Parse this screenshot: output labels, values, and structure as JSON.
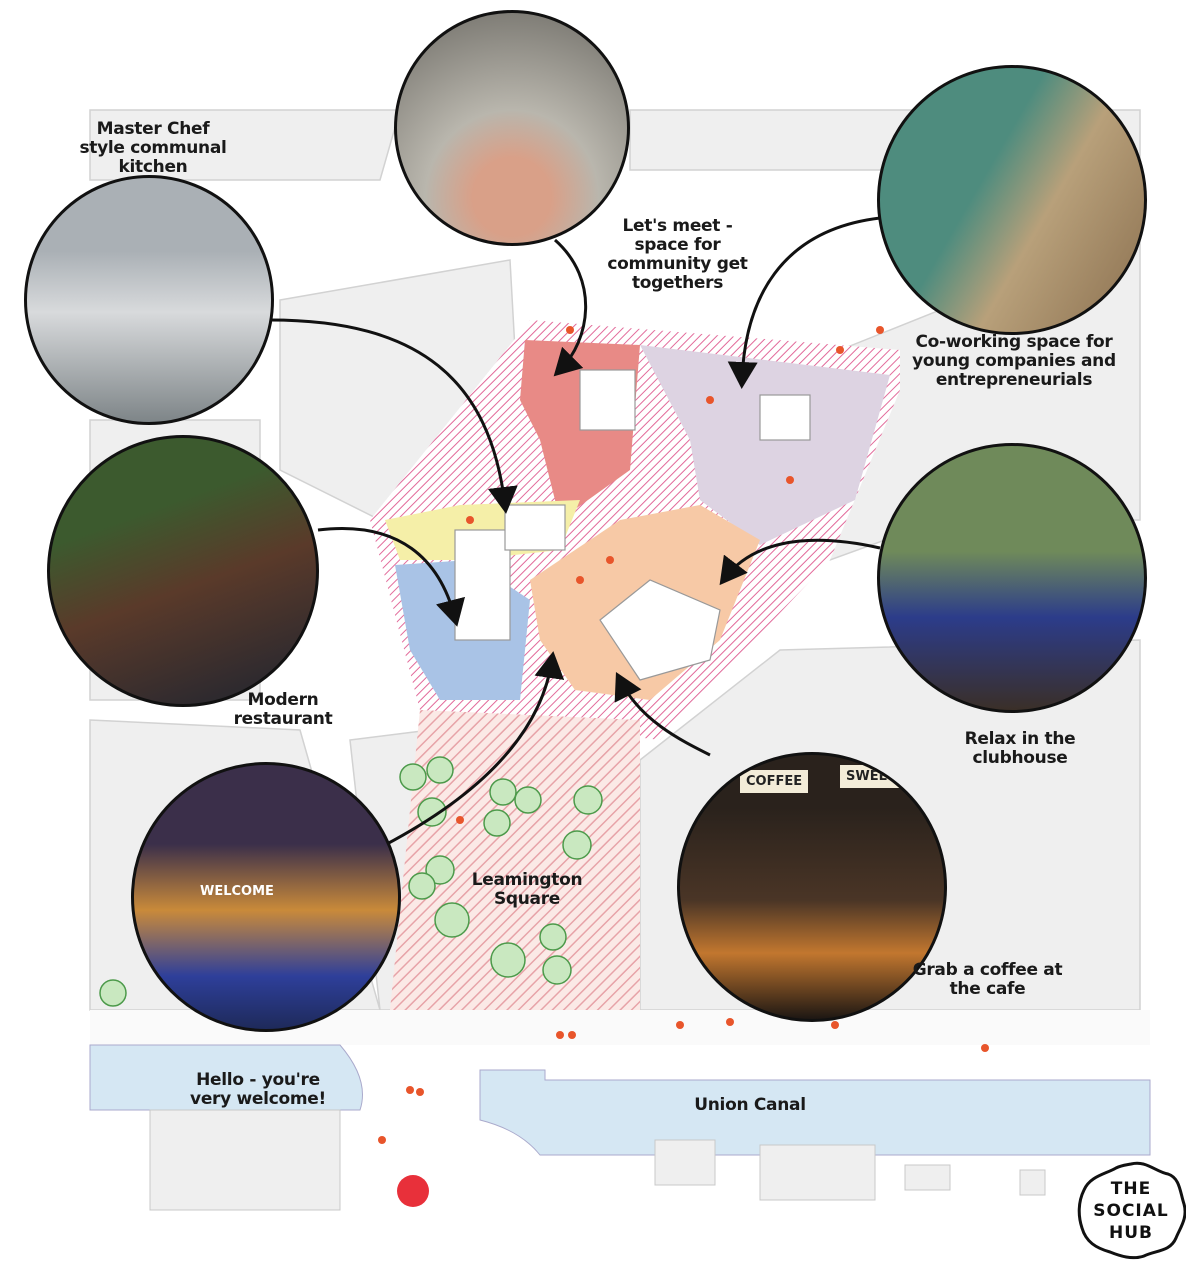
{
  "labels": {
    "kitchen": "Master Chef style communal kitchen",
    "meeting": "Let's meet - space for community get togethers",
    "coworking": "Co-working space for young companies and entrepreneurials",
    "restaurant": "Modern restaurant",
    "clubhouse": "Relax in the clubhouse",
    "square": "Leamington Square",
    "welcome": "Hello - you're very welcome!",
    "cafe": "Grab a coffee at the cafe",
    "canal": "Union Canal"
  },
  "photos": {
    "cafe_board_left": "COFFEE",
    "cafe_board_right": "SWEETS",
    "welcome_sign": "WELCOME"
  },
  "logo": {
    "line1": "THE",
    "line2": "SOCIAL",
    "line3": "HUB"
  },
  "colors": {
    "kitchen_zone": "#f5efa8",
    "restaurant_zone": "#a9c3e6",
    "meeting_zone": "#e88a86",
    "coworking_zone": "#ddd3e2",
    "clubhouse_zone": "#f7c9a6",
    "square": "#f7d9cc",
    "canal": "#d5e7f3",
    "people": "#e8552b"
  }
}
